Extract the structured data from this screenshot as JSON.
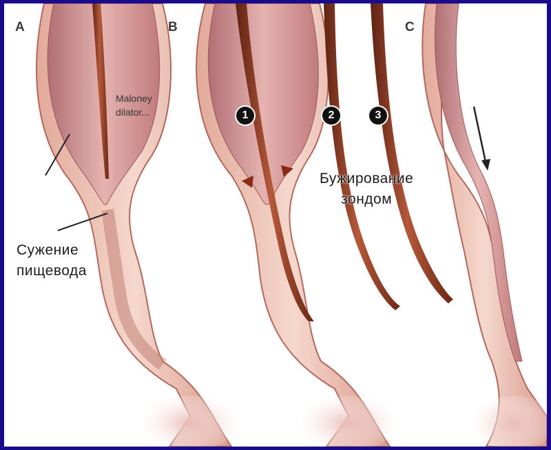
{
  "panels": {
    "a": "A",
    "b": "B",
    "c": "C"
  },
  "annotations": {
    "dilator_line1": "Maloney",
    "dilator_line2": "dilator..."
  },
  "captions": {
    "stricture_line1": "Сужение",
    "stricture_line2": "пищевода",
    "bougie_line1": "Бужирование",
    "bougie_line2": "зондом"
  },
  "steps": [
    "1",
    "2",
    "3"
  ],
  "colors": {
    "background": "#1a0a8c",
    "tissue": "#e8b4a6",
    "lumen": "#c98a8a",
    "dilator": "#8a3a22",
    "wall": "#f3d3c6"
  }
}
